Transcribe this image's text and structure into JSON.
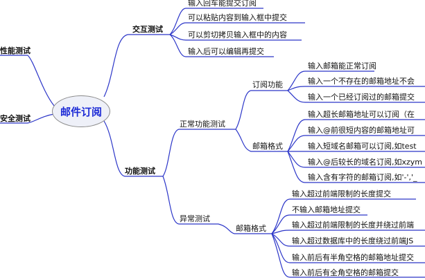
{
  "root": "邮件订阅",
  "branches": {
    "performance": "性能测试",
    "security": "安全测试",
    "interaction": {
      "label": "交互测试",
      "items": [
        "输入回车能提交订阅",
        "可以粘贴内容到输入框中提交",
        "可以剪切拷贝输入框中的内容",
        "输入后可以编辑再提交"
      ]
    },
    "functional": {
      "label": "功能测试",
      "normal": {
        "label": "正常功能测试",
        "subscribe": {
          "label": "订阅功能",
          "items": [
            "输入邮箱能正常订阅",
            "输入一个不存在的邮箱地址不会",
            "输入一个已经订阅过的邮箱提交"
          ]
        },
        "format": {
          "label": "邮箱格式",
          "items": [
            "输入超长邮箱地址可以订阅（在",
            "输入@前很短内容的邮箱地址可",
            "输入短域名邮箱可以订阅,如test",
            "输入@后较长的域名订阅,如xzym",
            "输入含有字符的邮箱订阅,如'-','_"
          ]
        }
      },
      "abnormal": {
        "label": "异常测试",
        "format": {
          "label": "邮箱格式",
          "items": [
            "输入超过前端限制的长度提交",
            "不输入邮箱地址提交",
            "输入超过前端限制的长度并绕过前端",
            "输入超过数据库中的长度绕过前端JS",
            "输入前后有半角空格的邮箱地址提交",
            "输入前后有全角空格的邮箱提交"
          ]
        }
      }
    }
  }
}
